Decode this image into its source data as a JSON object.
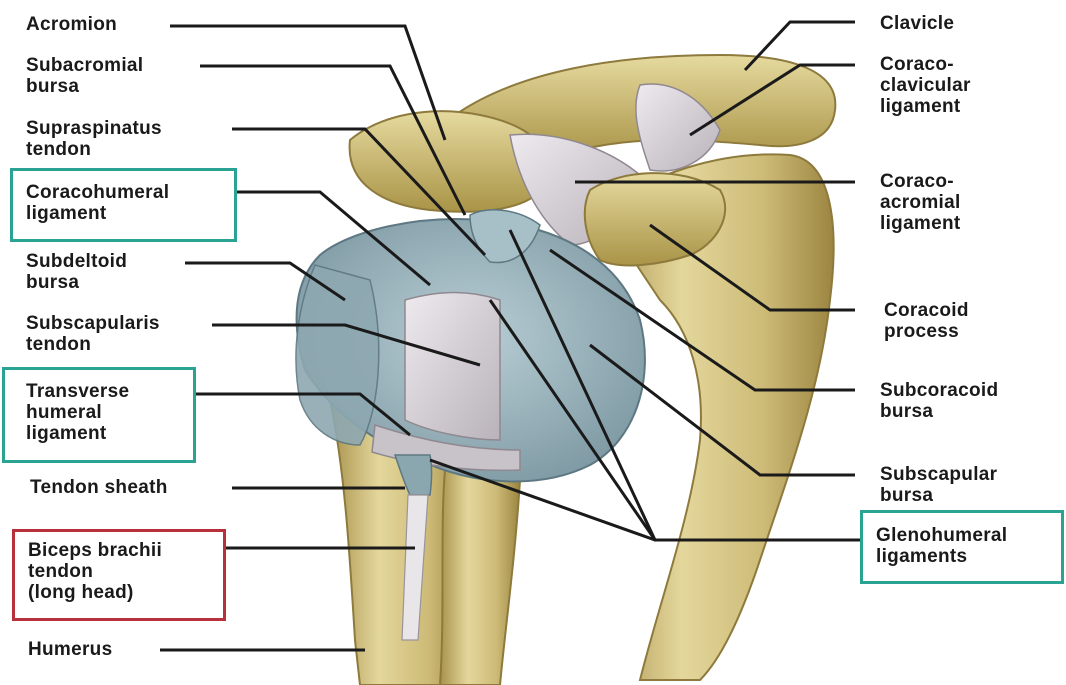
{
  "labels": {
    "acromion": "Acromion",
    "subacromial_bursa": "Subacromial\nbursa",
    "supraspinatus_tendon": "Supraspinatus\ntendon",
    "coracohumeral_ligament": "Coracohumeral\nligament",
    "subdeltoid_bursa": "Subdeltoid\nbursa",
    "subscapularis_tendon": "Subscapularis\ntendon",
    "transverse_humeral_ligament": "Transverse\nhumeral\nligament",
    "tendon_sheath": "Tendon sheath",
    "biceps_brachii_tendon": "Biceps brachii\ntendon\n(long head)",
    "humerus": "Humerus",
    "clavicle": "Clavicle",
    "coracoclavicular_ligament": "Coraco-\nclavicular\nligament",
    "coracoacromial_ligament": "Coraco-\nacromial\nligament",
    "coracoid_process": "Coracoid\nprocess",
    "subcoracoid_bursa": "Subcoracoid\nbursa",
    "subscapular_bursa": "Subscapular\nbursa",
    "glenohumeral_ligaments": "Glenohumeral\nligaments"
  },
  "highlights": {
    "teal": "#2aa392",
    "red": "#b8303a"
  },
  "colors": {
    "bone": "#d8c98a",
    "bone_dark": "#b9a45a",
    "bursa": "#9fb7c0",
    "ligament": "#d9d4da"
  }
}
